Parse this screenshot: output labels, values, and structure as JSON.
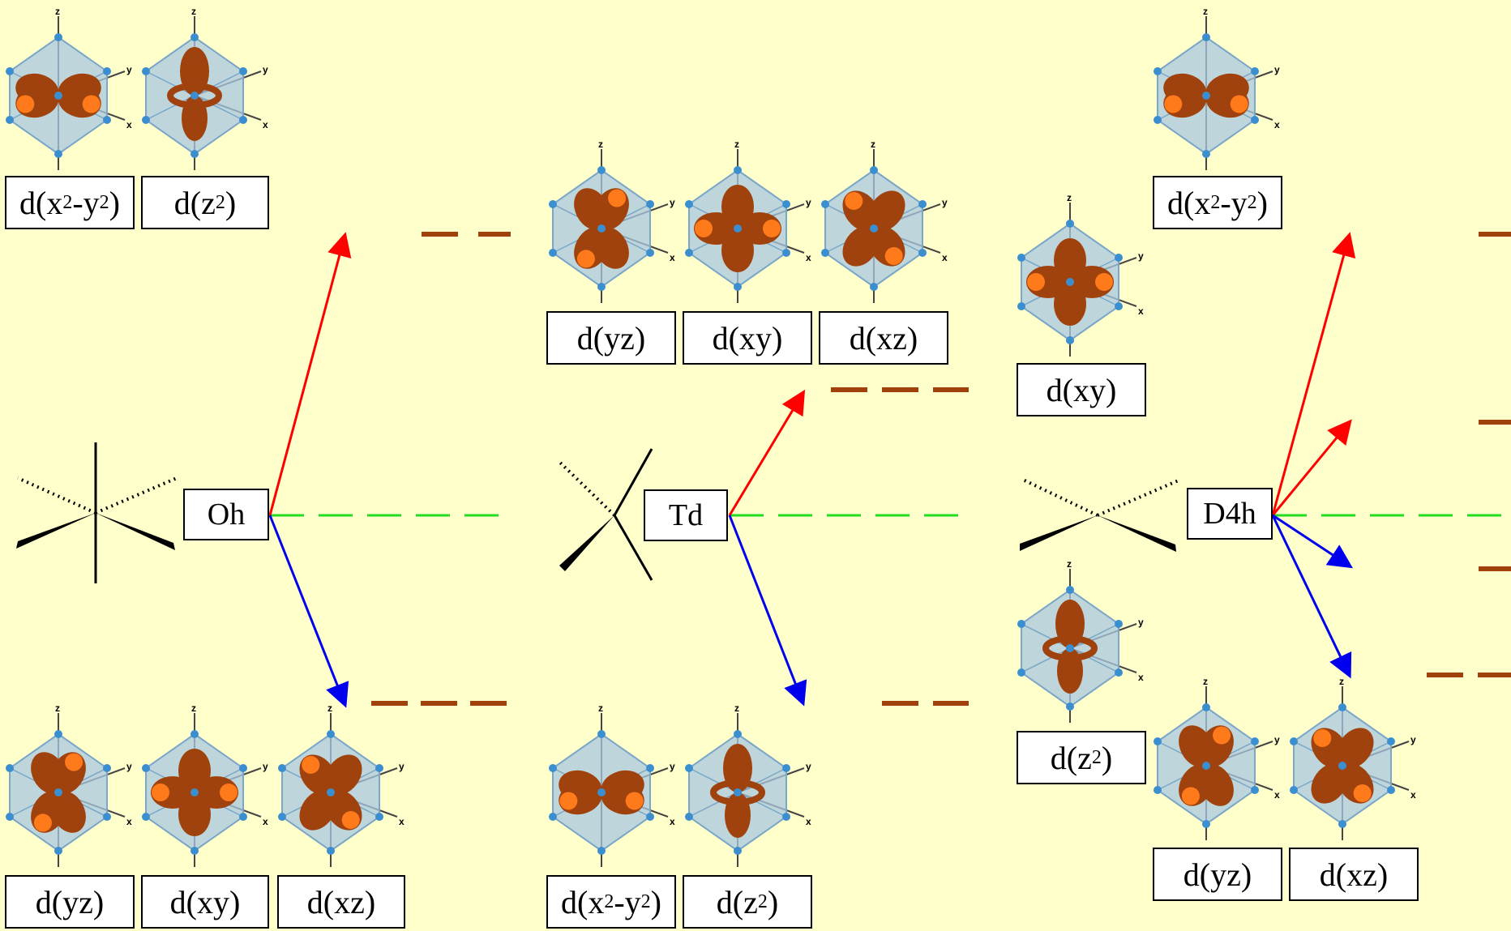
{
  "colors": {
    "background": "#ffffcc",
    "level": "#a0400a",
    "split_up": "#ff0000",
    "split_down": "#0000ee",
    "baseline": "#22dd22",
    "octahedron": "#a8c8e0",
    "lobe": "#a0420e"
  },
  "geometries": {
    "oh": "Oh",
    "td": "Td",
    "d4h": "D4h"
  },
  "orbitals": {
    "dx2y2": {
      "prefix": "d(x",
      "sup1": "2",
      "mid": "-y",
      "sup2": "2",
      "suffix": ")"
    },
    "dz2": {
      "prefix": "d(z",
      "sup1": "2",
      "suffix": ")"
    },
    "dyz": "d(yz)",
    "dxy": "d(xy)",
    "dxz": "d(xz)"
  },
  "axis_letters": {
    "z": "z",
    "y": "y",
    "x": "x"
  }
}
